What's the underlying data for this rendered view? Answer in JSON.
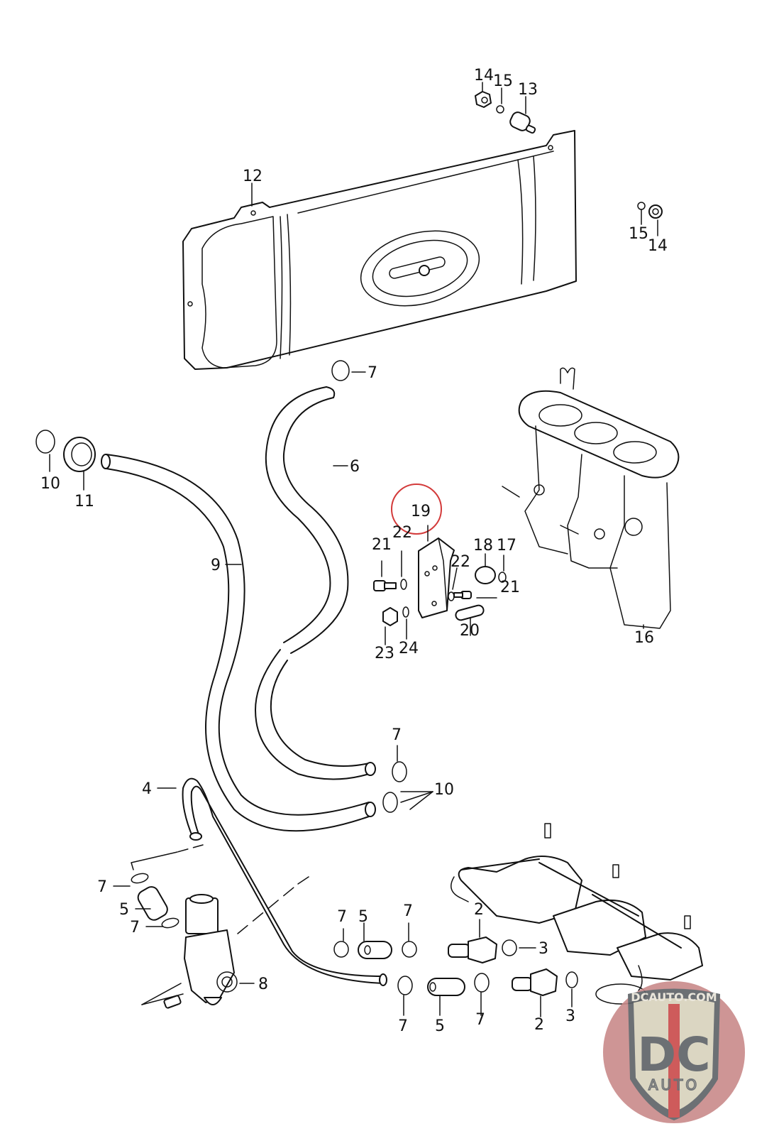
{
  "diagram": {
    "type": "exploded-parts-diagram",
    "subject": "fuel tank, fuel lines, fuel pump and intake manifold assembly",
    "highlighted_callout": "19",
    "highlight_color": "#d33a3a",
    "callouts": {
      "c14a": "14",
      "c15a": "15",
      "c13": "13",
      "c12": "12",
      "c15b": "15",
      "c14b": "14",
      "c7a": "7",
      "c10a": "10",
      "c11": "11",
      "c6": "6",
      "c9": "9",
      "c19": "19",
      "c21a": "21",
      "c22a": "22",
      "c22b": "22",
      "c18": "18",
      "c17": "17",
      "c21b": "21",
      "c20": "20",
      "c23": "23",
      "c24": "24",
      "c16": "16",
      "c7b": "7",
      "c10b": "10",
      "c4": "4",
      "c7c": "7",
      "c5a": "5",
      "c7d": "7",
      "c8": "8",
      "c7e": "7",
      "c5b": "5",
      "c7f": "7",
      "c2a": "2",
      "c3a": "3",
      "c7g": "7",
      "c5c": "5",
      "c7h": "7",
      "c2b": "2",
      "c3b": "3"
    }
  },
  "watermark": {
    "site": "DCAUTO.COM",
    "letters": "DC",
    "word": "AUTO",
    "colors": {
      "badge_bg": "#c98a8a",
      "shield": "#d8d2bc",
      "letters": "#5d6166",
      "stripe": "#c94a4a"
    }
  }
}
